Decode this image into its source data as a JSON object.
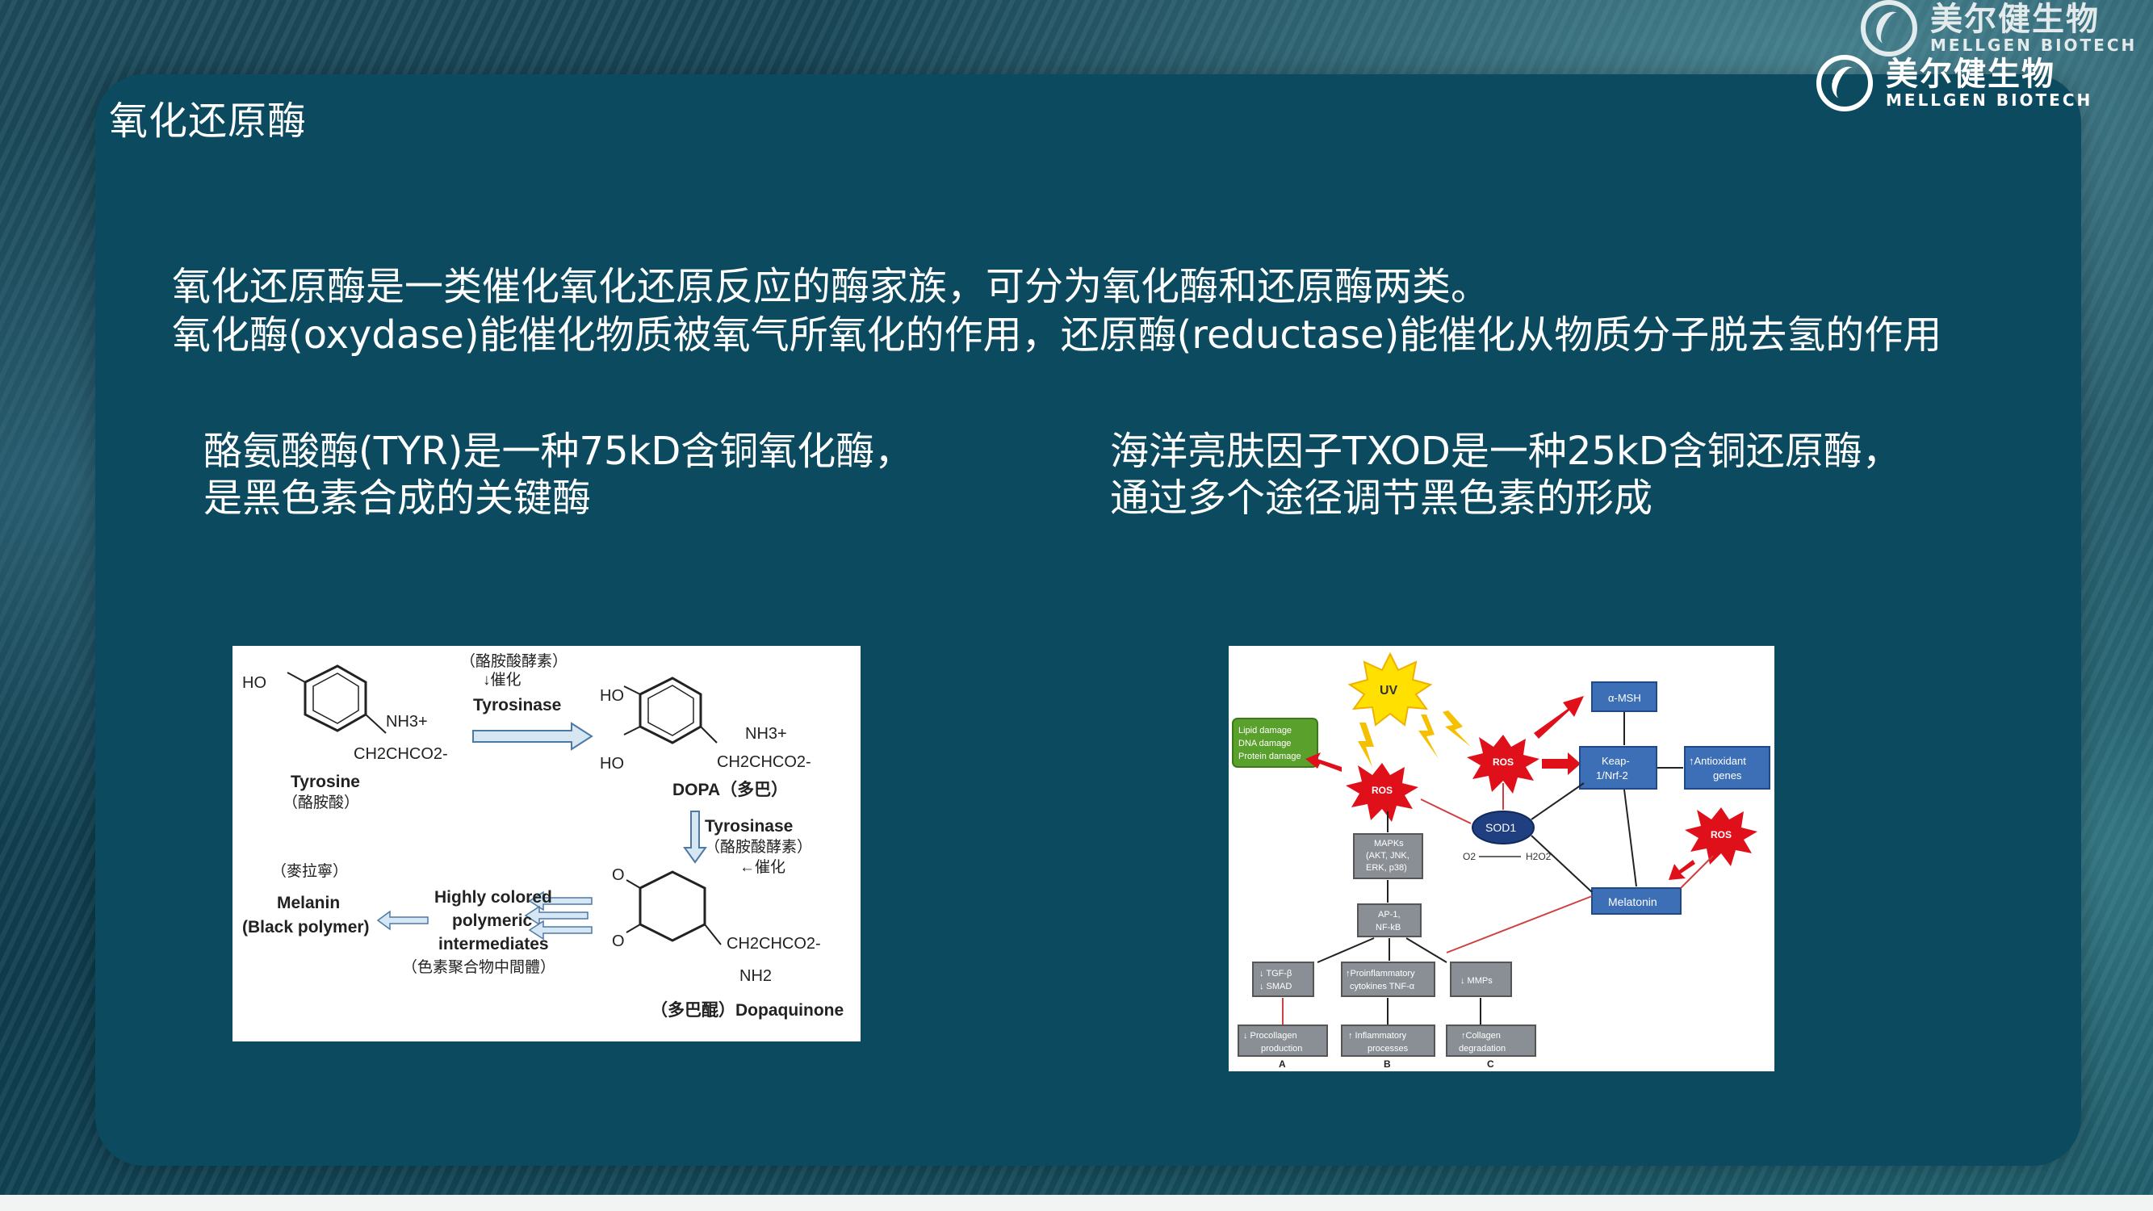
{
  "slide": {
    "title": "氧化还原酶",
    "intro_line1": "氧化还原酶是一类催化氧化还原反应的酶家族，可分为氧化酶和还原酶两类。",
    "intro_line2": "氧化酶(oxydase)能催化物质被氧气所氧化的作用，还原酶(reductase)能催化从物质分子脱去氢的作用",
    "left_caption_line1": "酪氨酸酶(TYR)是一种75kD含铜氧化酶，",
    "left_caption_line2": "是黑色素合成的关键酶",
    "right_caption_line1": "海洋亮肤因子TXOD是一种25kD含铜还原酶，",
    "right_caption_line2": "通过多个途径调节黑色素的形成"
  },
  "logo": {
    "name_cn": "美尔健生物",
    "name_en": "MELLGEN BIOTECH"
  },
  "tyrosinase_figure": {
    "tyrosine": "Tyrosine",
    "tyrosine_cn": "（酪胺酸）",
    "enzyme_note_top": "（酪胺酸酵素）",
    "catalysis_top": "↓催化",
    "tyrosinase_top": "Tyrosinase",
    "dopa": "DOPA（多巴）",
    "tyrosinase_mid": "Tyrosinase",
    "enzyme_note_mid": "（酪胺酸酵素）",
    "catalysis_mid": "←催化",
    "melanin_note": "（麥拉寧）",
    "melanin": "Melanin",
    "melanin_sub": "(Black polymer)",
    "intermediates_1": "Highly colored",
    "intermediates_2": "polymeric",
    "intermediates_3": "intermediates",
    "intermediates_cn": "（色素聚合物中間體）",
    "dopaquinone": "（多巴醌）Dopaquinone",
    "nh3": "NH3+",
    "side_chain": "CH2CHCO2-",
    "ho": "HO",
    "o": "O",
    "nh2": "NH2"
  },
  "pathway_figure": {
    "uv": "UV",
    "lipid_damage": [
      "Lipid damage",
      "DNA damage",
      "Protein damage"
    ],
    "ros": "ROS",
    "amsh": "α-MSH",
    "keap": [
      "Keap-",
      "1/Nrf-2"
    ],
    "antioxidant": [
      "↑Antioxidant",
      "genes"
    ],
    "sod1": "SOD1",
    "o2": "O2",
    "h2o2": "H2O2",
    "mapks": [
      "MAPKs",
      "(AKT, JNK,",
      "ERK, p38)"
    ],
    "melatonin": "Melatonin",
    "ap1": [
      "AP-1,",
      "NF-kB"
    ],
    "tgf": [
      "↓ TGF-β",
      "↓ SMAD"
    ],
    "proinflam": [
      "↑Proinflammatory",
      "cytokines TNF-α"
    ],
    "mmps": "↓ MMPs",
    "procollagen": [
      "↓ Procollagen",
      "production"
    ],
    "inflammatory": [
      "↑ Inflammatory",
      "processes"
    ],
    "collagen": [
      "↑Collagen",
      "degradation"
    ],
    "label_a": "A",
    "label_b": "B",
    "label_c": "C"
  },
  "colors": {
    "panel": "#0b4a5f",
    "text": "#ffffff",
    "box_blue": "#3d6fb6",
    "box_grey": "#8a8f96",
    "ros_red": "#e0101a",
    "uv_yellow": "#ffe000",
    "green_box": "#5aa02c"
  }
}
